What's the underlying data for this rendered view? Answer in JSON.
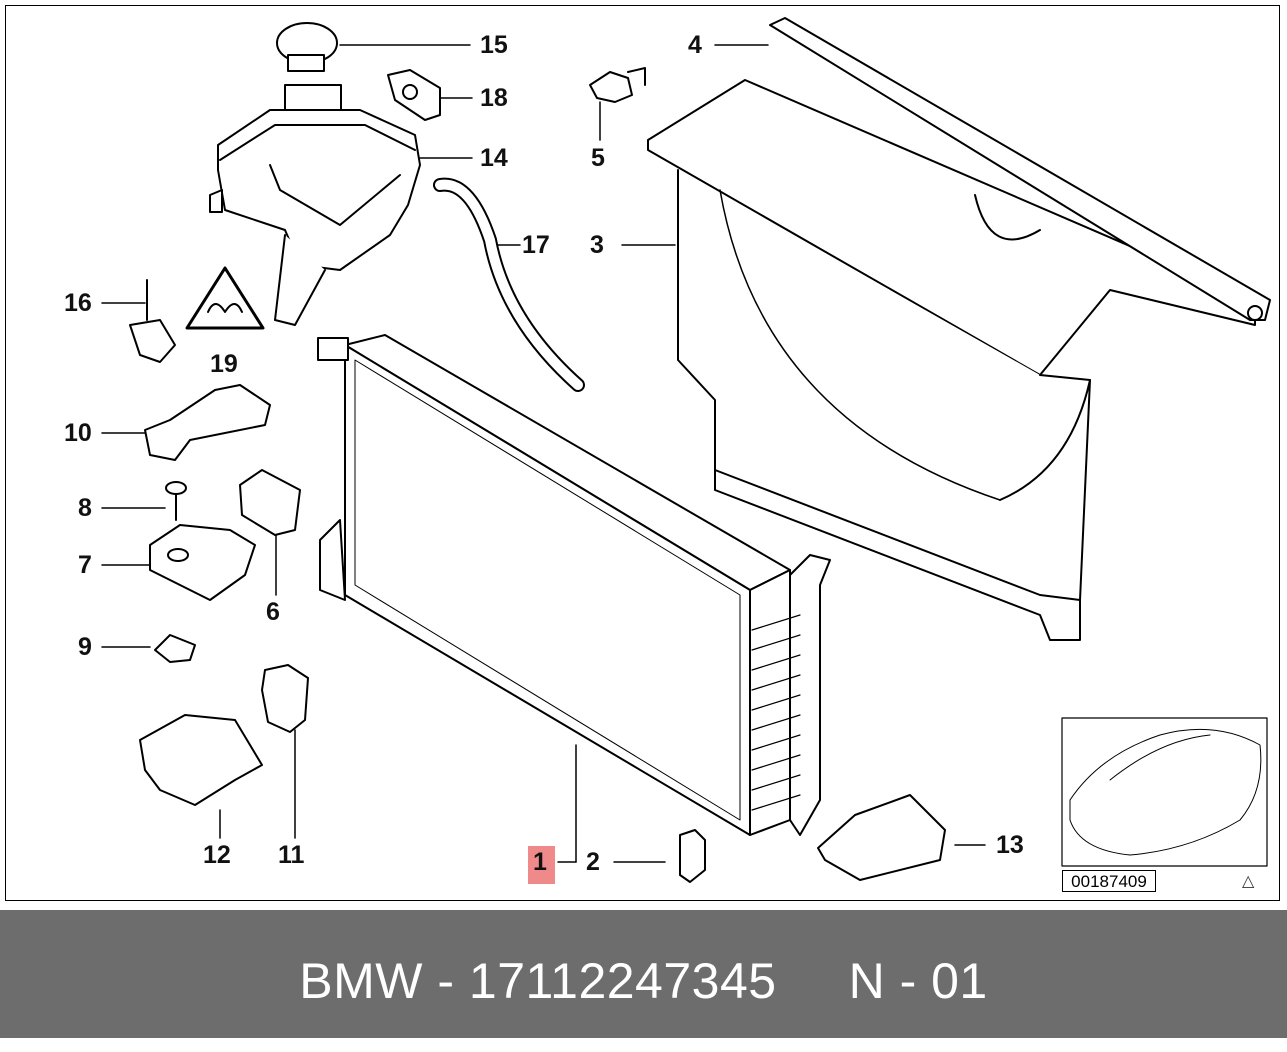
{
  "diagram": {
    "labels": [
      {
        "id": "1",
        "text": "1"
      },
      {
        "id": "2",
        "text": "2"
      },
      {
        "id": "3",
        "text": "3"
      },
      {
        "id": "4",
        "text": "4"
      },
      {
        "id": "5",
        "text": "5"
      },
      {
        "id": "6",
        "text": "6"
      },
      {
        "id": "7",
        "text": "7"
      },
      {
        "id": "8",
        "text": "8"
      },
      {
        "id": "9",
        "text": "9"
      },
      {
        "id": "10",
        "text": "10"
      },
      {
        "id": "11",
        "text": "11"
      },
      {
        "id": "12",
        "text": "12"
      },
      {
        "id": "13",
        "text": "13"
      },
      {
        "id": "14",
        "text": "14"
      },
      {
        "id": "15",
        "text": "15"
      },
      {
        "id": "16",
        "text": "16"
      },
      {
        "id": "17",
        "text": "17"
      },
      {
        "id": "18",
        "text": "18"
      },
      {
        "id": "19",
        "text": "19"
      }
    ],
    "highlighted_label": "1",
    "highlight_color": "#f08a8a",
    "reference_number": "00187409"
  },
  "footer": {
    "brand": "BMW",
    "separator": "-",
    "part_number": "17112247345",
    "position_code": "N - 01",
    "background_color": "#6d6d6d",
    "text_color": "#ffffff"
  }
}
